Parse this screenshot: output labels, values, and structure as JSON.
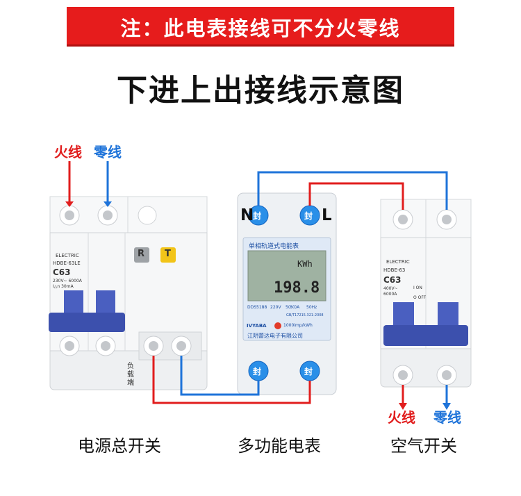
{
  "banner": {
    "text": "注：此电表接线可不分火零线",
    "color": "#e61c1c"
  },
  "title": "下进上出接线示意图",
  "labels": {
    "left_live": "火线",
    "left_neutral": "零线",
    "right_live": "火线",
    "right_neutral": "零线",
    "meter_n": "N",
    "meter_l": "L"
  },
  "captions": {
    "main_switch": "电源总开关",
    "meter": "多功能电表",
    "air_switch": "空气开关"
  },
  "left_breaker": {
    "brand": "ELECTRIC",
    "model": "HDBE-63LE",
    "rating": "C63",
    "specs": "230V~ 6000A I△n 30mA",
    "btn_r": "R",
    "btn_t": "T",
    "side_label": "负载端"
  },
  "meter": {
    "header": "单相轨道式电能表",
    "unit": "KWh",
    "reading": "198.8",
    "model": "DDS5188",
    "voltage": "220V",
    "current": "5(80)A",
    "freq": "50Hz",
    "standard": "GB/T17215.321-2008",
    "brand": "IVYABA",
    "impulse": "1000imp/kWh",
    "company": "江阴蕾达电子有限公司",
    "seal": "封"
  },
  "right_breaker": {
    "brand": "ELECTRIC",
    "model": "HDBE-63",
    "rating": "C63",
    "specs": "400V~ 6000A",
    "on": "I ON",
    "off": "O OFF"
  },
  "colors": {
    "live": "#e11d1d",
    "neutral": "#1e73d9",
    "device": "#f4f5f6",
    "handle": "#3f55b5"
  }
}
